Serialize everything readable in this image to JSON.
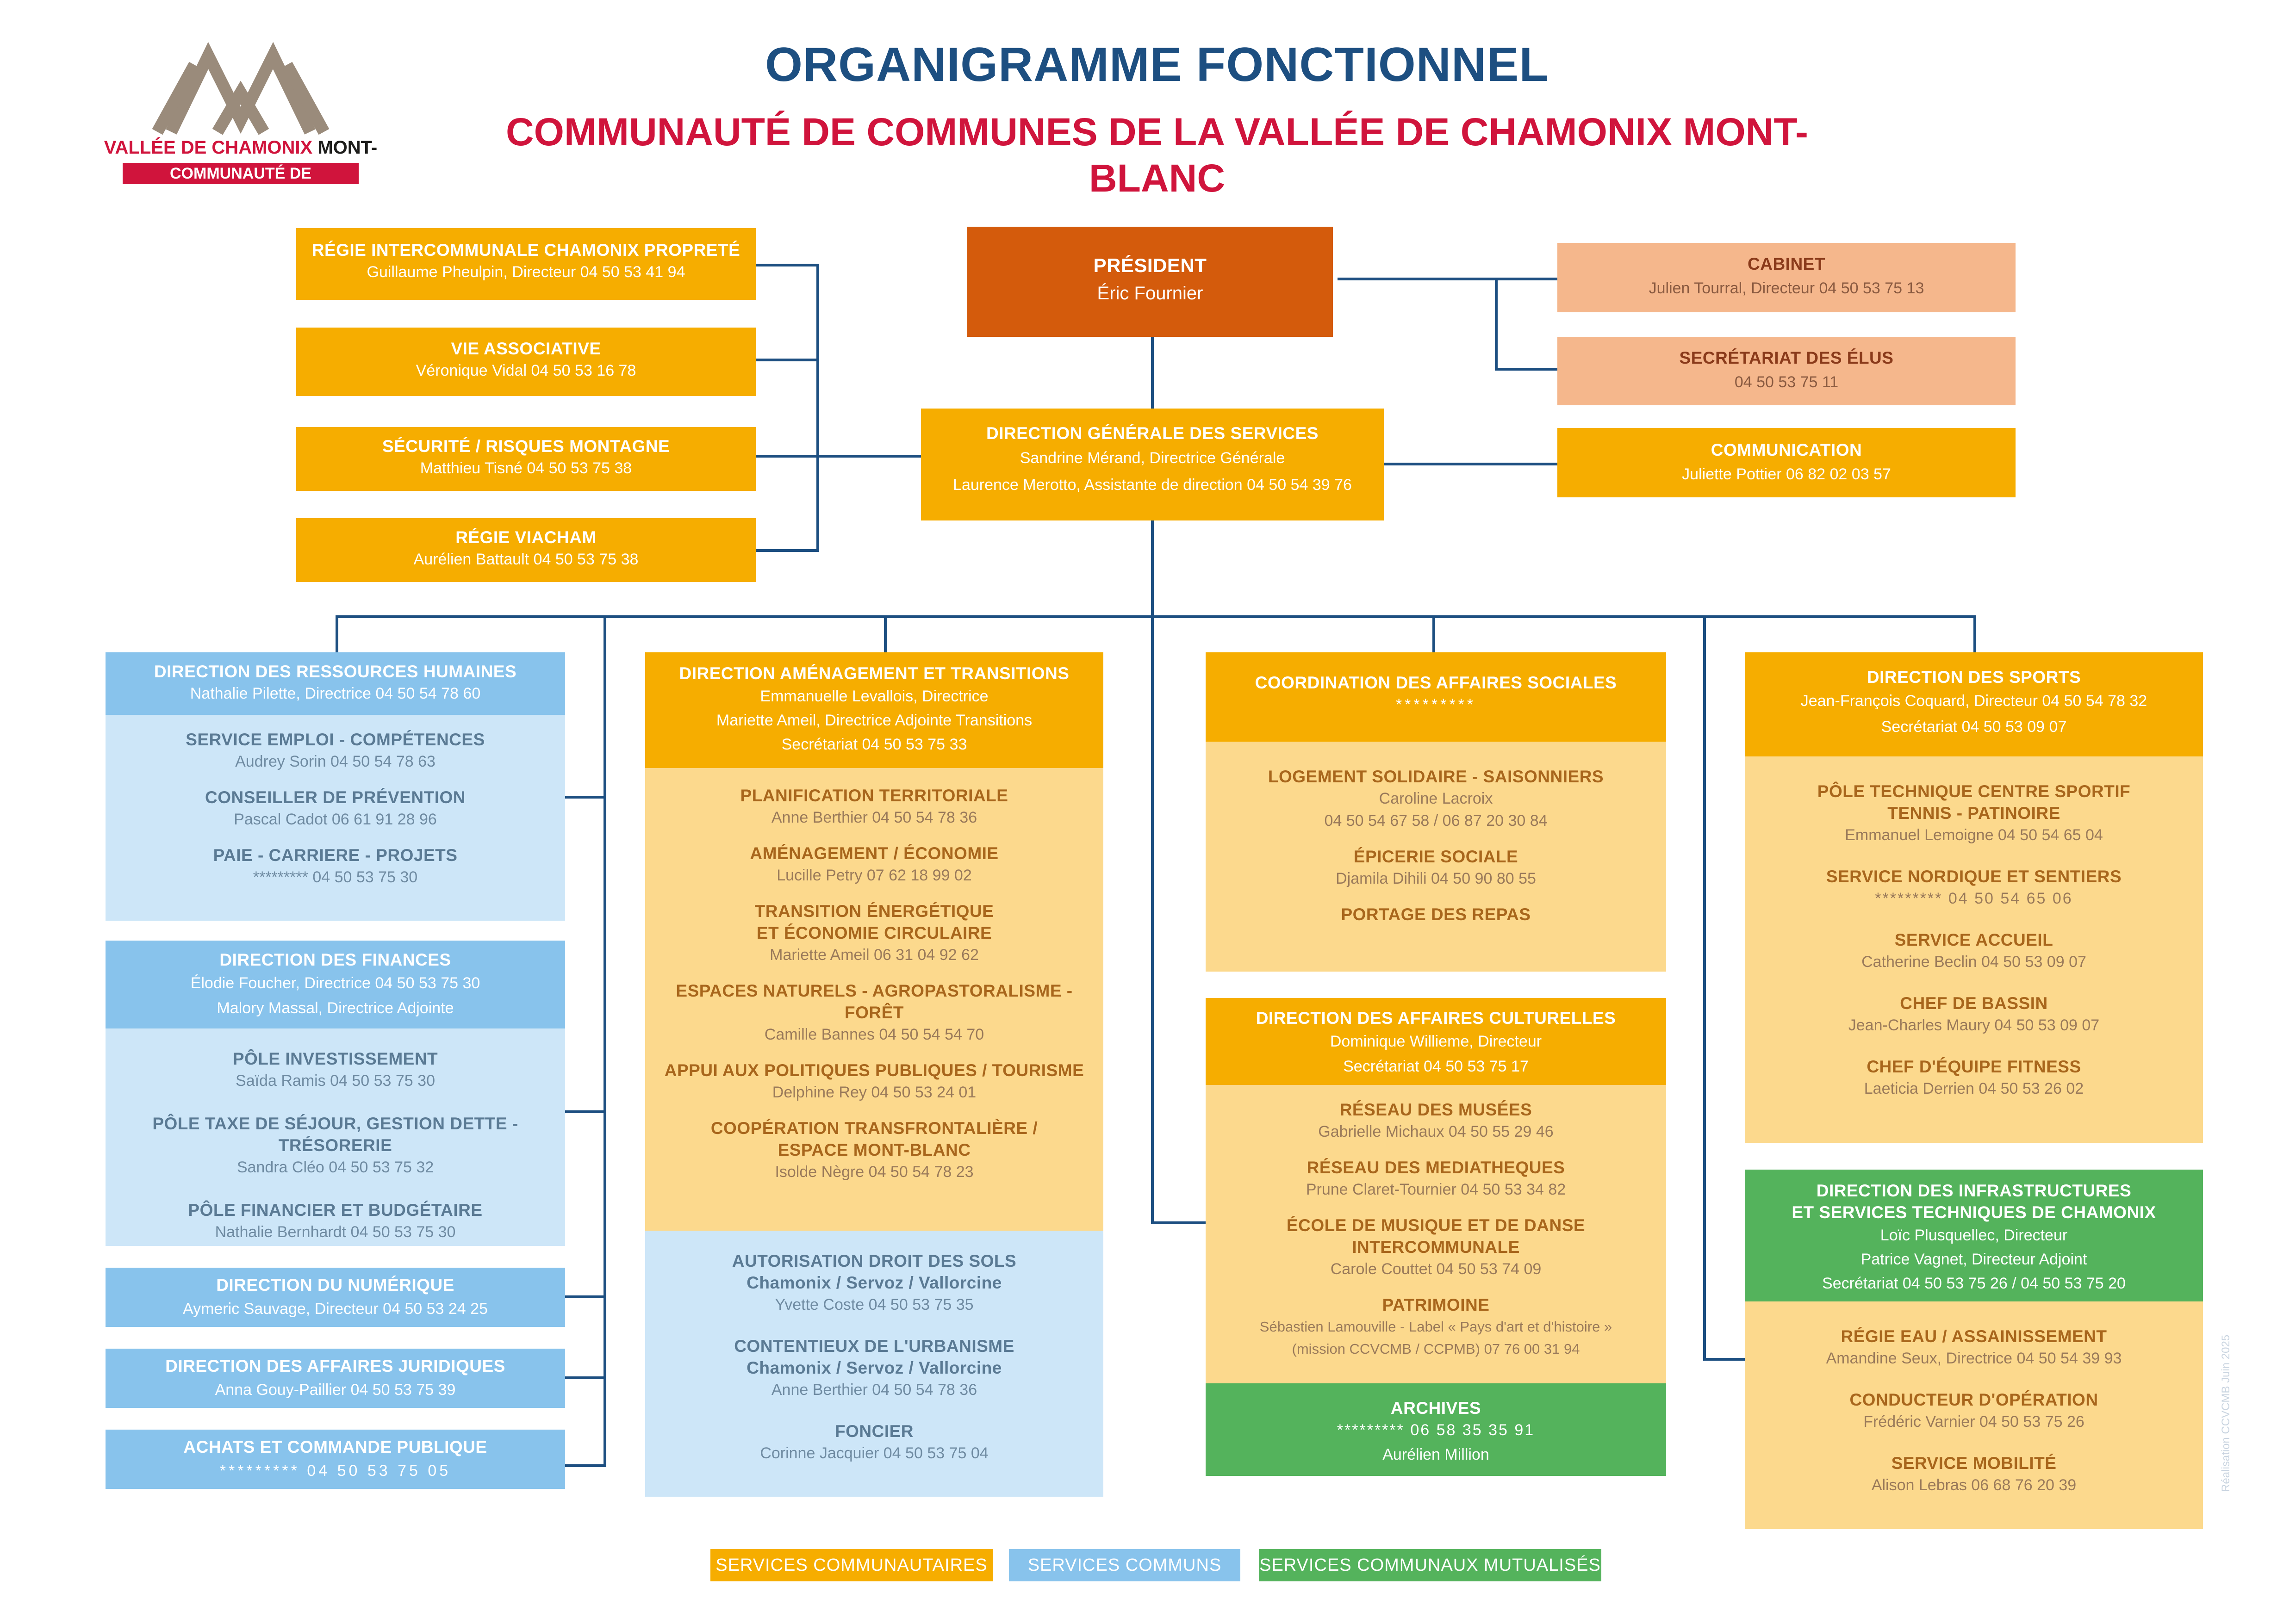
{
  "logo": {
    "line1": "VALLÉE DE CHAMONIX",
    "line1b": "MONT-BLANC",
    "band": "COMMUNAUTÉ DE COMMUNES"
  },
  "header": {
    "title": "ORGANIGRAMME FONCTIONNEL",
    "subtitle": "COMMUNAUTÉ DE COMMUNES DE LA VALLÉE DE CHAMONIX MONT-BLANC"
  },
  "colors": {
    "communautaire": "#f6ad00",
    "commun": "#88c3ec",
    "mutualise": "#54b35c",
    "president": "#d45b0c",
    "cabinet": "#f5b78c",
    "lines": "#1d4f81",
    "title_blue": "#1d4f81",
    "subtitle_red": "#d0143c"
  },
  "left_units": [
    {
      "title": "RÉGIE INTERCOMMUNALE CHAMONIX PROPRETÉ",
      "sub": "Guillaume Pheulpin, Directeur 04 50 53 41 94"
    },
    {
      "title": "VIE ASSOCIATIVE",
      "sub": "Véronique Vidal 04 50 53 16 78"
    },
    {
      "title": "SÉCURITÉ / RISQUES MONTAGNE",
      "sub": "Matthieu Tisné 04 50 53 75 38"
    },
    {
      "title": "RÉGIE VIACHAM",
      "sub": "Aurélien Battault 04 50 53 75 38"
    }
  ],
  "president": {
    "title": "PRÉSIDENT",
    "name": "Éric Fournier"
  },
  "dgs": {
    "title": "DIRECTION GÉNÉRALE DES SERVICES",
    "line1": "Sandrine Mérand, Directrice Générale",
    "line2": "Laurence Merotto, Assistante de direction 04 50 54 39 76"
  },
  "right_units": [
    {
      "title": "CABINET",
      "sub": "Julien Tourral, Directeur 04 50 53 75 13"
    },
    {
      "title": "SECRÉTARIAT DES ÉLUS",
      "sub": "04 50 53 75 11"
    },
    {
      "title": "COMMUNICATION",
      "sub": "Juliette Pottier 06 82 02 03 57"
    }
  ],
  "rh": {
    "title": "DIRECTION DES RESSOURCES HUMAINES",
    "sub": "Nathalie Pilette, Directrice 04 50 54 78 60",
    "items": [
      {
        "title": "SERVICE EMPLOI - COMPÉTENCES",
        "sub": "Audrey Sorin 04 50 54 78 63"
      },
      {
        "title": "CONSEILLER DE PRÉVENTION",
        "sub": "Pascal Cadot 06 61 91 28 96"
      },
      {
        "title": "PAIE - CARRIERE - PROJETS",
        "sub": "********* 04 50 53 75 30"
      }
    ]
  },
  "finances": {
    "title": "DIRECTION DES FINANCES",
    "sub1": "Élodie Foucher, Directrice 04 50 53 75 30",
    "sub2": "Malory Massal, Directrice Adjointe",
    "items": [
      {
        "title": "PÔLE INVESTISSEMENT",
        "sub": "Saïda Ramis 04 50 53 75 30"
      },
      {
        "title": "PÔLE TAXE DE SÉJOUR, GESTION DETTE - TRÉSORERIE",
        "sub": "Sandra Cléo 04 50 53 75 32"
      },
      {
        "title": "PÔLE FINANCIER ET BUDGÉTAIRE",
        "sub": "Nathalie Bernhardt 04 50 53 75 30"
      }
    ]
  },
  "numerique": {
    "title": "DIRECTION DU NUMÉRIQUE",
    "sub": "Aymeric Sauvage, Directeur 04 50 53 24 25"
  },
  "juridique": {
    "title": "DIRECTION DES AFFAIRES JURIDIQUES",
    "sub": "Anna Gouy-Paillier 04 50 53 75 39"
  },
  "achats": {
    "title": "ACHATS ET COMMANDE PUBLIQUE",
    "sub": "********* 04 50 53 75 05"
  },
  "amenagement": {
    "title": "DIRECTION AMÉNAGEMENT ET TRANSITIONS",
    "sub1": "Emmanuelle Levallois, Directrice",
    "sub2": "Mariette Ameil, Directrice Adjointe Transitions",
    "sub3": "Secrétariat 04 50 53 75 33",
    "items": [
      {
        "title": "PLANIFICATION TERRITORIALE",
        "sub": "Anne Berthier 04 50 54 78 36"
      },
      {
        "title": "AMÉNAGEMENT / ÉCONOMIE",
        "sub": "Lucille Petry 07 62 18 99 02"
      },
      {
        "title": "TRANSITION ÉNERGÉTIQUE",
        "title2": "ET ÉCONOMIE CIRCULAIRE",
        "sub": "Mariette Ameil 06 31 04 92 62"
      },
      {
        "title": "ESPACES NATURELS - AGROPASTORALISME - FORÊT",
        "sub": "Camille Bannes 04 50 54 54 70"
      },
      {
        "title": "APPUI AUX POLITIQUES PUBLIQUES / TOURISME",
        "sub": "Delphine Rey 04 50 53 24 01"
      },
      {
        "title": "COOPÉRATION TRANSFRONTALIÈRE /",
        "title2": "ESPACE MONT-BLANC",
        "sub": "Isolde Nègre 04 50 54 78 23"
      }
    ],
    "communs": [
      {
        "title": "AUTORISATION DROIT DES SOLS",
        "communes": "Chamonix / Servoz / Vallorcine",
        "sub": "Yvette Coste 04 50 53 75 35"
      },
      {
        "title": "CONTENTIEUX DE L'URBANISME",
        "communes": "Chamonix / Servoz / Vallorcine",
        "sub": "Anne Berthier 04 50 54 78 36"
      },
      {
        "title": "FONCIER",
        "sub": "Corinne Jacquier 04 50 53 75 04"
      }
    ]
  },
  "social": {
    "title": "COORDINATION DES AFFAIRES SOCIALES",
    "sub": "*********",
    "items": [
      {
        "title": "LOGEMENT SOLIDAIRE - SAISONNIERS",
        "sub": "Caroline Lacroix",
        "sub2": "04 50 54 67 58 / 06 87 20 30 84"
      },
      {
        "title": "ÉPICERIE SOCIALE",
        "sub": "Djamila Dihili 04 50 90 80 55"
      },
      {
        "title": "PORTAGE DES REPAS"
      }
    ]
  },
  "culture": {
    "title": "DIRECTION DES AFFAIRES CULTURELLES",
    "sub1": "Dominique Willieme, Directeur",
    "sub2": "Secrétariat 04 50 53 75 17",
    "items": [
      {
        "title": "RÉSEAU DES MUSÉES",
        "sub": "Gabrielle Michaux 04 50 55 29 46"
      },
      {
        "title": "RÉSEAU DES MEDIATHEQUES",
        "sub": "Prune Claret-Tournier 04 50 53 34 82"
      },
      {
        "title": "ÉCOLE DE MUSIQUE ET DE DANSE INTERCOMMUNALE",
        "sub": "Carole Couttet 04 50 53 74 09"
      },
      {
        "title": "PATRIMOINE",
        "sub": "Sébastien Lamouville - Label « Pays d'art et d'histoire »",
        "sub2": "(mission CCVCMB / CCPMB) 07 76 00 31 94"
      }
    ],
    "archives": {
      "title": "ARCHIVES",
      "sub": "********* 06 58 35 35 91",
      "sub2": "Aurélien Million"
    }
  },
  "sports": {
    "title": "DIRECTION DES SPORTS",
    "sub1": "Jean-François Coquard, Directeur 04 50 54 78 32",
    "sub2": "Secrétariat 04 50 53 09 07",
    "items": [
      {
        "title": "PÔLE TECHNIQUE CENTRE SPORTIF",
        "title2": "TENNIS - PATINOIRE",
        "sub": "Emmanuel Lemoigne 04 50 54 65 04"
      },
      {
        "title": "SERVICE NORDIQUE ET SENTIERS",
        "sub": "*********  04 50 54 65 06"
      },
      {
        "title": "SERVICE ACCUEIL",
        "sub": "Catherine Beclin 04 50 53 09 07"
      },
      {
        "title": "CHEF DE BASSIN",
        "sub": "Jean-Charles Maury 04 50 53 09 07"
      },
      {
        "title": "CHEF D'ÉQUIPE FITNESS",
        "sub": "Laeticia Derrien 04 50 53 26 02"
      }
    ]
  },
  "infra": {
    "title": "DIRECTION DES INFRASTRUCTURES",
    "title2": "ET SERVICES TECHNIQUES DE CHAMONIX",
    "sub1": "Loïc Plusquellec, Directeur",
    "sub2": "Patrice Vagnet, Directeur Adjoint",
    "sub3": "Secrétariat 04 50 53 75 26 / 04 50 53 75 20",
    "items": [
      {
        "title": "RÉGIE EAU / ASSAINISSEMENT",
        "sub": "Amandine Seux, Directrice 04 50 54 39 93"
      },
      {
        "title": "CONDUCTEUR D'OPÉRATION",
        "sub": "Frédéric Varnier 04 50 53 75 26"
      },
      {
        "title": "SERVICE MOBILITÉ",
        "sub": "Alison Lebras 06 68 76 20 39"
      }
    ]
  },
  "legend": [
    {
      "label": "SERVICES COMMUNAUTAIRES",
      "color": "#f6ad00"
    },
    {
      "label": "SERVICES COMMUNS",
      "color": "#88c3ec"
    },
    {
      "label": "SERVICES COMMUNAUX MUTUALISÉS",
      "color": "#54b35c"
    }
  ],
  "credit": "Réalisation CCVCMB Juin 2025"
}
